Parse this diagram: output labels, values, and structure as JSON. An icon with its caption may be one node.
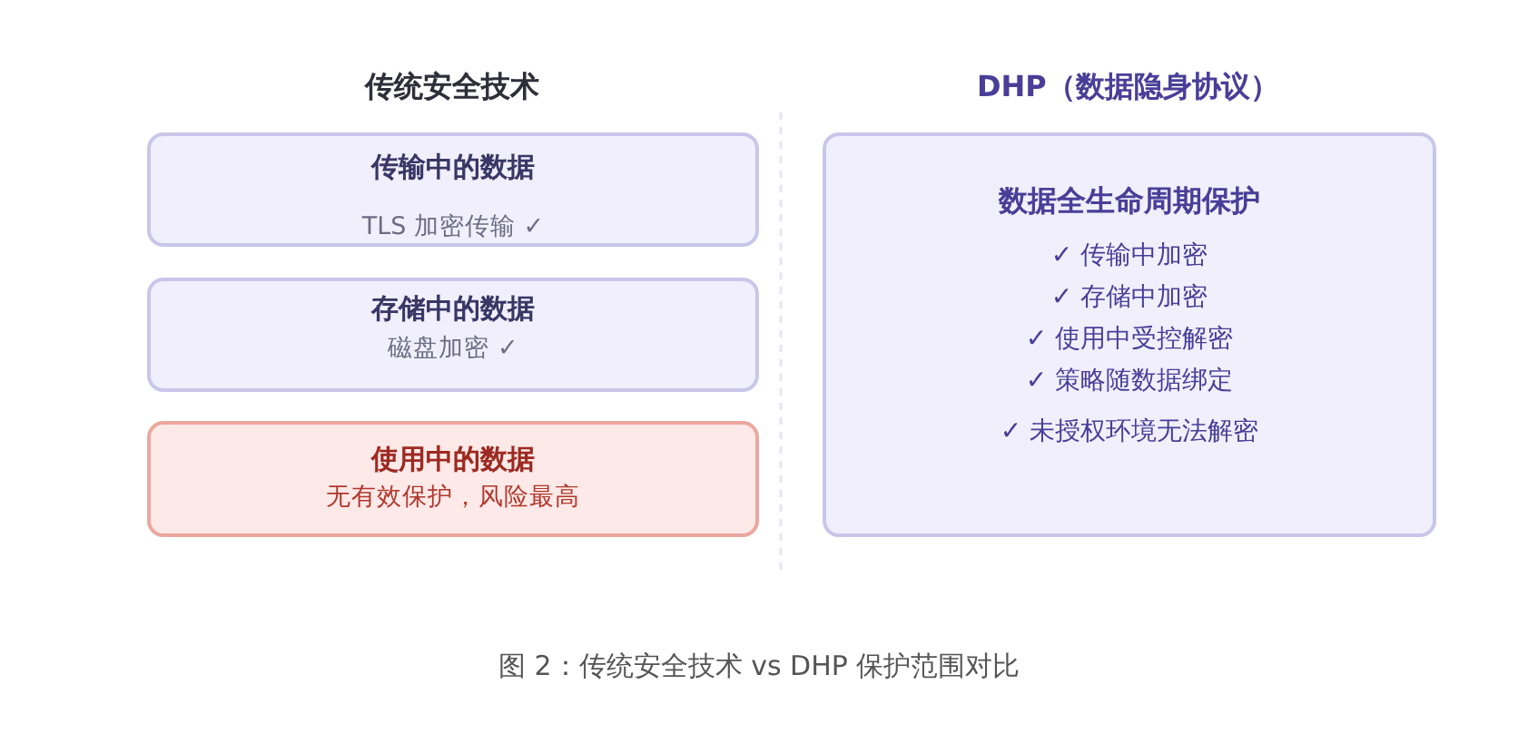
{
  "diagram": {
    "caption": "图 2：传统安全技术 vs DHP 保护范围对比",
    "nodes": [
      {
        "text": [
          "传输中的数据",
          "TLS 加密传输 ✓"
        ]
      },
      {
        "text": [
          "存储中的数据",
          "磁盘加密 ✓"
        ]
      },
      {
        "text": [
          "使用中的数据",
          "无有效保护，风险最高"
        ]
      },
      {
        "text": [
          "数据全生命周期保护",
          "✓ 传输中加密",
          "✓ 存储中加密",
          "✓ 使用中受控解密",
          "✓ 策略随数据绑定",
          "✓ 未授权环境无法解密"
        ]
      }
    ],
    "labels": [
      "传统安全技术",
      "DHP（数据隐身协议）"
    ]
  }
}
